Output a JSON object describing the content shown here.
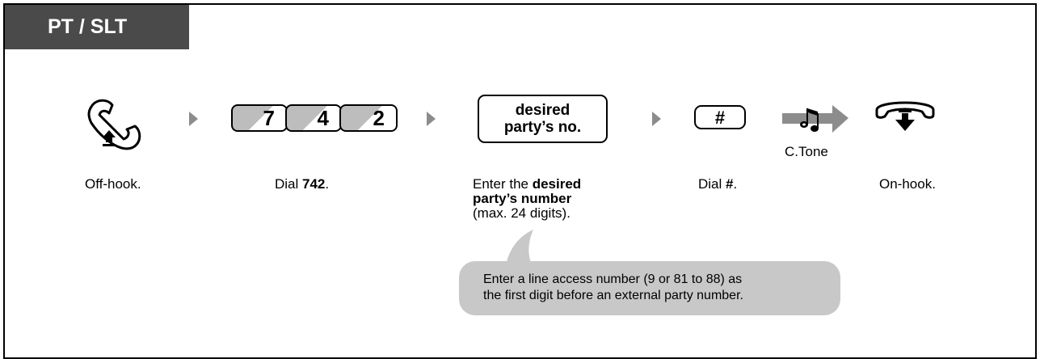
{
  "header": {
    "tab_label": "PT / SLT"
  },
  "steps": {
    "offhook": {
      "caption": "Off-hook."
    },
    "dial_code": {
      "keys": [
        "7",
        "4",
        "2"
      ],
      "caption_prefix": "Dial ",
      "caption_bold": "742",
      "caption_suffix": "."
    },
    "enter_number": {
      "box_line1": "desired",
      "box_line2": "party’s no.",
      "caption_prefix": "Enter the ",
      "caption_bold": "desired party’s number",
      "caption_suffix": "(max. 24 digits)."
    },
    "dial_hash": {
      "key": "#",
      "caption_prefix": "Dial ",
      "caption_bold": "#",
      "caption_suffix": "."
    },
    "tone": {
      "label": "C.Tone"
    },
    "onhook": {
      "caption": "On-hook."
    }
  },
  "note": {
    "line1": "Enter a line access number (9 or 81 to 88) as",
    "line2": "the first digit before an external party number."
  },
  "icons": [
    "offhook-handset-icon",
    "next-step-arrow-icon",
    "confirmation-tone-icon",
    "onhook-handset-icon"
  ],
  "colors": {
    "tab_bg": "#4a4a4a",
    "arrow": "#8c8c8c",
    "note_bg": "#c8c8c8"
  }
}
